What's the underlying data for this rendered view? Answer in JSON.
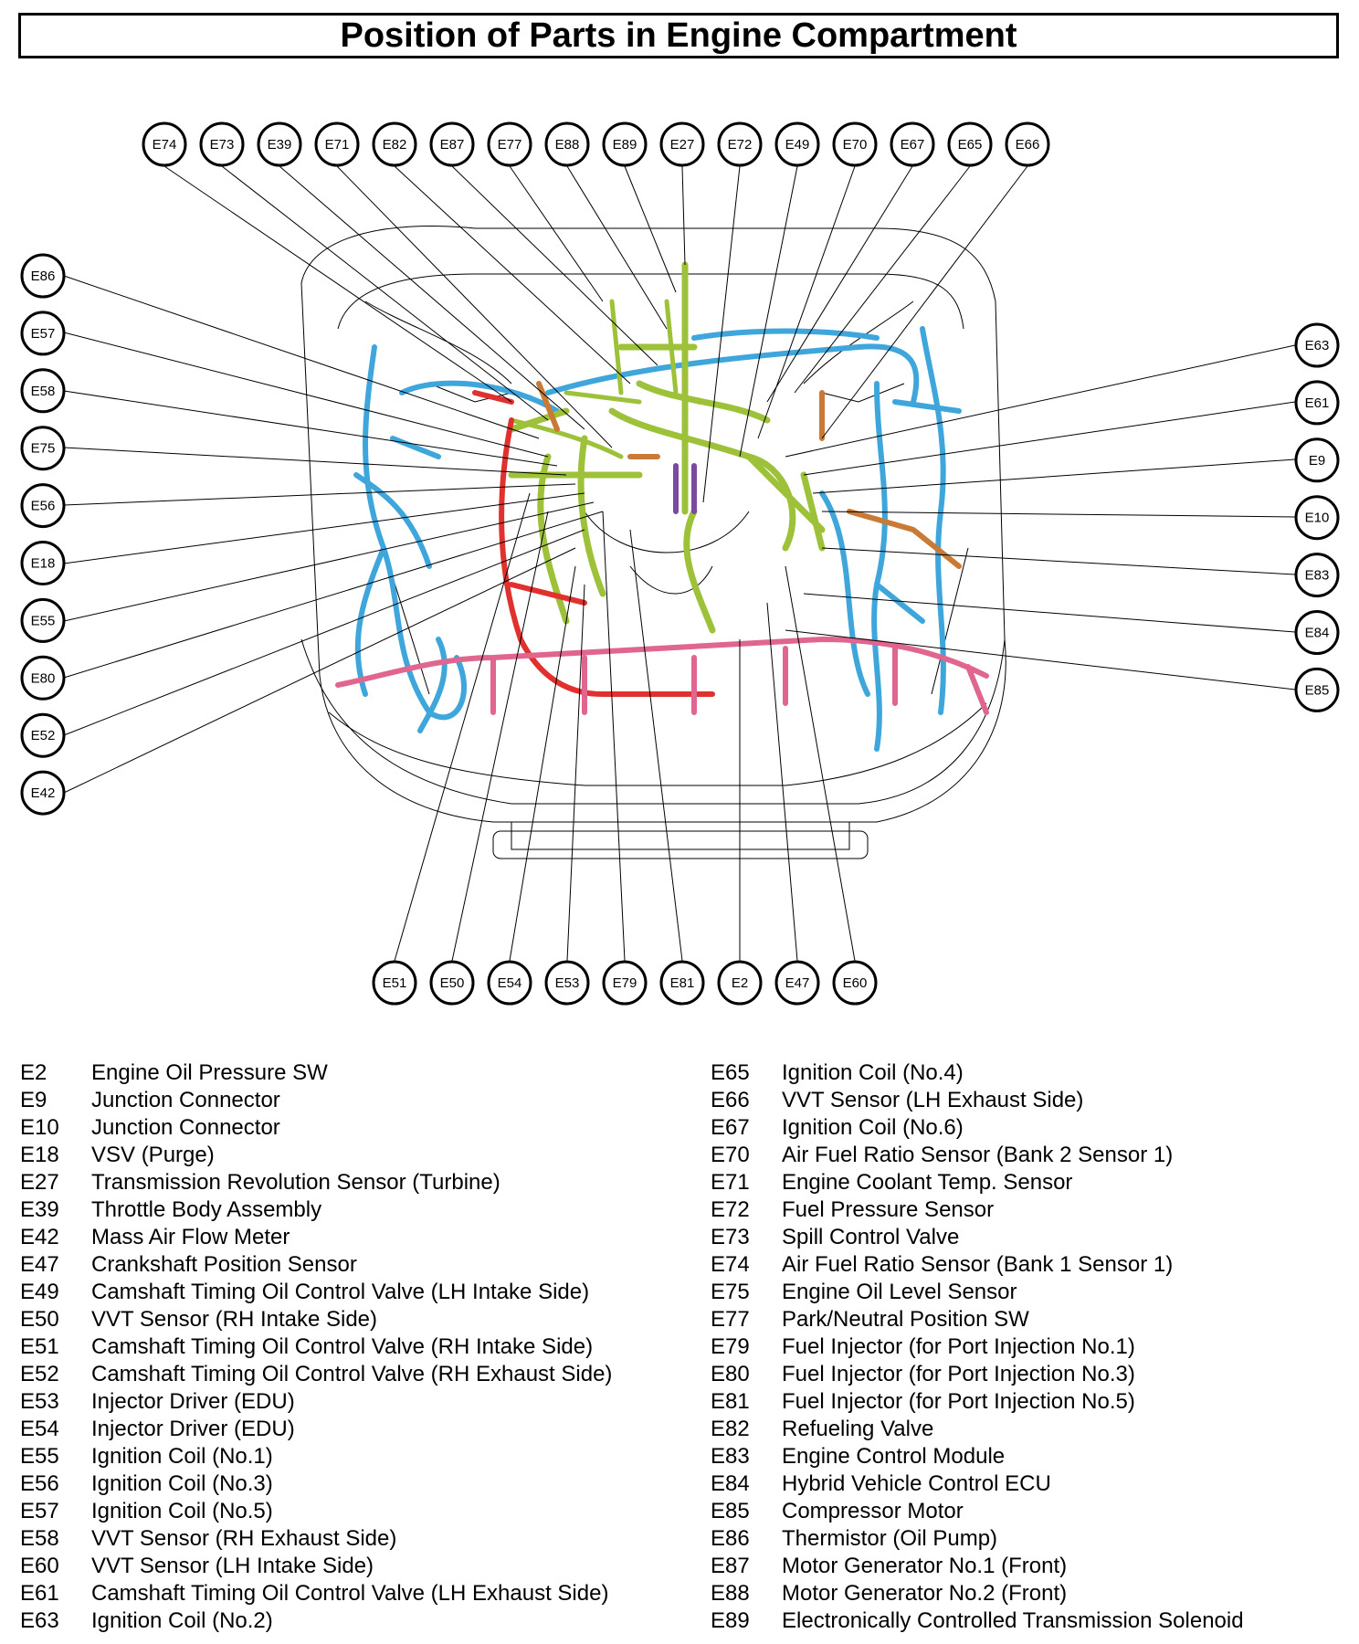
{
  "title": "Position of Parts in Engine Compartment",
  "callouts": {
    "top": [
      "E74",
      "E73",
      "E39",
      "E71",
      "E82",
      "E87",
      "E77",
      "E88",
      "E89",
      "E27",
      "E72",
      "E49",
      "E70",
      "E67",
      "E65",
      "E66"
    ],
    "left": [
      "E86",
      "E57",
      "E58",
      "E75",
      "E56",
      "E18",
      "E55",
      "E80",
      "E52",
      "E42"
    ],
    "right": [
      "E63",
      "E61",
      "E9",
      "E10",
      "E83",
      "E84",
      "E85"
    ],
    "bottom": [
      "E51",
      "E50",
      "E54",
      "E53",
      "E79",
      "E81",
      "E2",
      "E47",
      "E60"
    ]
  },
  "colors": {
    "harness_green": "#9dc23a",
    "harness_blue": "#3fa6dc",
    "harness_pink": "#e0668f",
    "harness_red": "#e0312f",
    "harness_orange": "#c97a36",
    "harness_purple": "#7b4aa0",
    "outline": "#000000"
  },
  "legend": {
    "left": [
      {
        "code": "E2",
        "name": "Engine Oil Pressure SW"
      },
      {
        "code": "E9",
        "name": "Junction Connector"
      },
      {
        "code": "E10",
        "name": "Junction Connector"
      },
      {
        "code": "E18",
        "name": "VSV (Purge)"
      },
      {
        "code": "E27",
        "name": "Transmission Revolution Sensor (Turbine)"
      },
      {
        "code": "E39",
        "name": "Throttle Body Assembly"
      },
      {
        "code": "E42",
        "name": "Mass Air Flow Meter"
      },
      {
        "code": "E47",
        "name": "Crankshaft Position Sensor"
      },
      {
        "code": "E49",
        "name": "Camshaft Timing Oil Control Valve (LH Intake Side)"
      },
      {
        "code": "E50",
        "name": "VVT Sensor (RH Intake Side)"
      },
      {
        "code": "E51",
        "name": "Camshaft Timing Oil Control Valve (RH Intake Side)"
      },
      {
        "code": "E52",
        "name": "Camshaft Timing Oil Control Valve (RH Exhaust Side)"
      },
      {
        "code": "E53",
        "name": "Injector Driver (EDU)"
      },
      {
        "code": "E54",
        "name": "Injector Driver (EDU)"
      },
      {
        "code": "E55",
        "name": "Ignition Coil (No.1)"
      },
      {
        "code": "E56",
        "name": "Ignition Coil (No.3)"
      },
      {
        "code": "E57",
        "name": "Ignition Coil (No.5)"
      },
      {
        "code": "E58",
        "name": "VVT Sensor (RH Exhaust Side)"
      },
      {
        "code": "E60",
        "name": "VVT Sensor (LH Intake Side)"
      },
      {
        "code": "E61",
        "name": "Camshaft Timing Oil Control Valve (LH Exhaust Side)"
      },
      {
        "code": "E63",
        "name": "Ignition Coil (No.2)"
      }
    ],
    "right": [
      {
        "code": "E65",
        "name": "Ignition Coil (No.4)"
      },
      {
        "code": "E66",
        "name": "VVT Sensor (LH Exhaust Side)"
      },
      {
        "code": "E67",
        "name": "Ignition Coil (No.6)"
      },
      {
        "code": "E70",
        "name": "Air Fuel Ratio Sensor (Bank 2 Sensor 1)"
      },
      {
        "code": "E71",
        "name": "Engine Coolant Temp. Sensor"
      },
      {
        "code": "E72",
        "name": "Fuel Pressure Sensor"
      },
      {
        "code": "E73",
        "name": "Spill Control Valve"
      },
      {
        "code": "E74",
        "name": "Air Fuel Ratio Sensor (Bank 1 Sensor 1)"
      },
      {
        "code": "E75",
        "name": "Engine Oil Level Sensor"
      },
      {
        "code": "E77",
        "name": "Park/Neutral Position SW"
      },
      {
        "code": "E79",
        "name": "Fuel Injector (for Port Injection No.1)"
      },
      {
        "code": "E80",
        "name": "Fuel Injector (for Port Injection No.3)"
      },
      {
        "code": "E81",
        "name": "Fuel Injector (for Port Injection No.5)"
      },
      {
        "code": "E82",
        "name": "Refueling Valve"
      },
      {
        "code": "E83",
        "name": "Engine Control Module"
      },
      {
        "code": "E84",
        "name": "Hybrid Vehicle Control ECU"
      },
      {
        "code": "E85",
        "name": "Compressor Motor"
      },
      {
        "code": "E86",
        "name": "Thermistor (Oil Pump)"
      },
      {
        "code": "E87",
        "name": "Motor Generator No.1 (Front)"
      },
      {
        "code": "E88",
        "name": "Motor Generator No.2 (Front)"
      },
      {
        "code": "E89",
        "name": "Electronically Controlled Transmission Solenoid"
      }
    ]
  }
}
